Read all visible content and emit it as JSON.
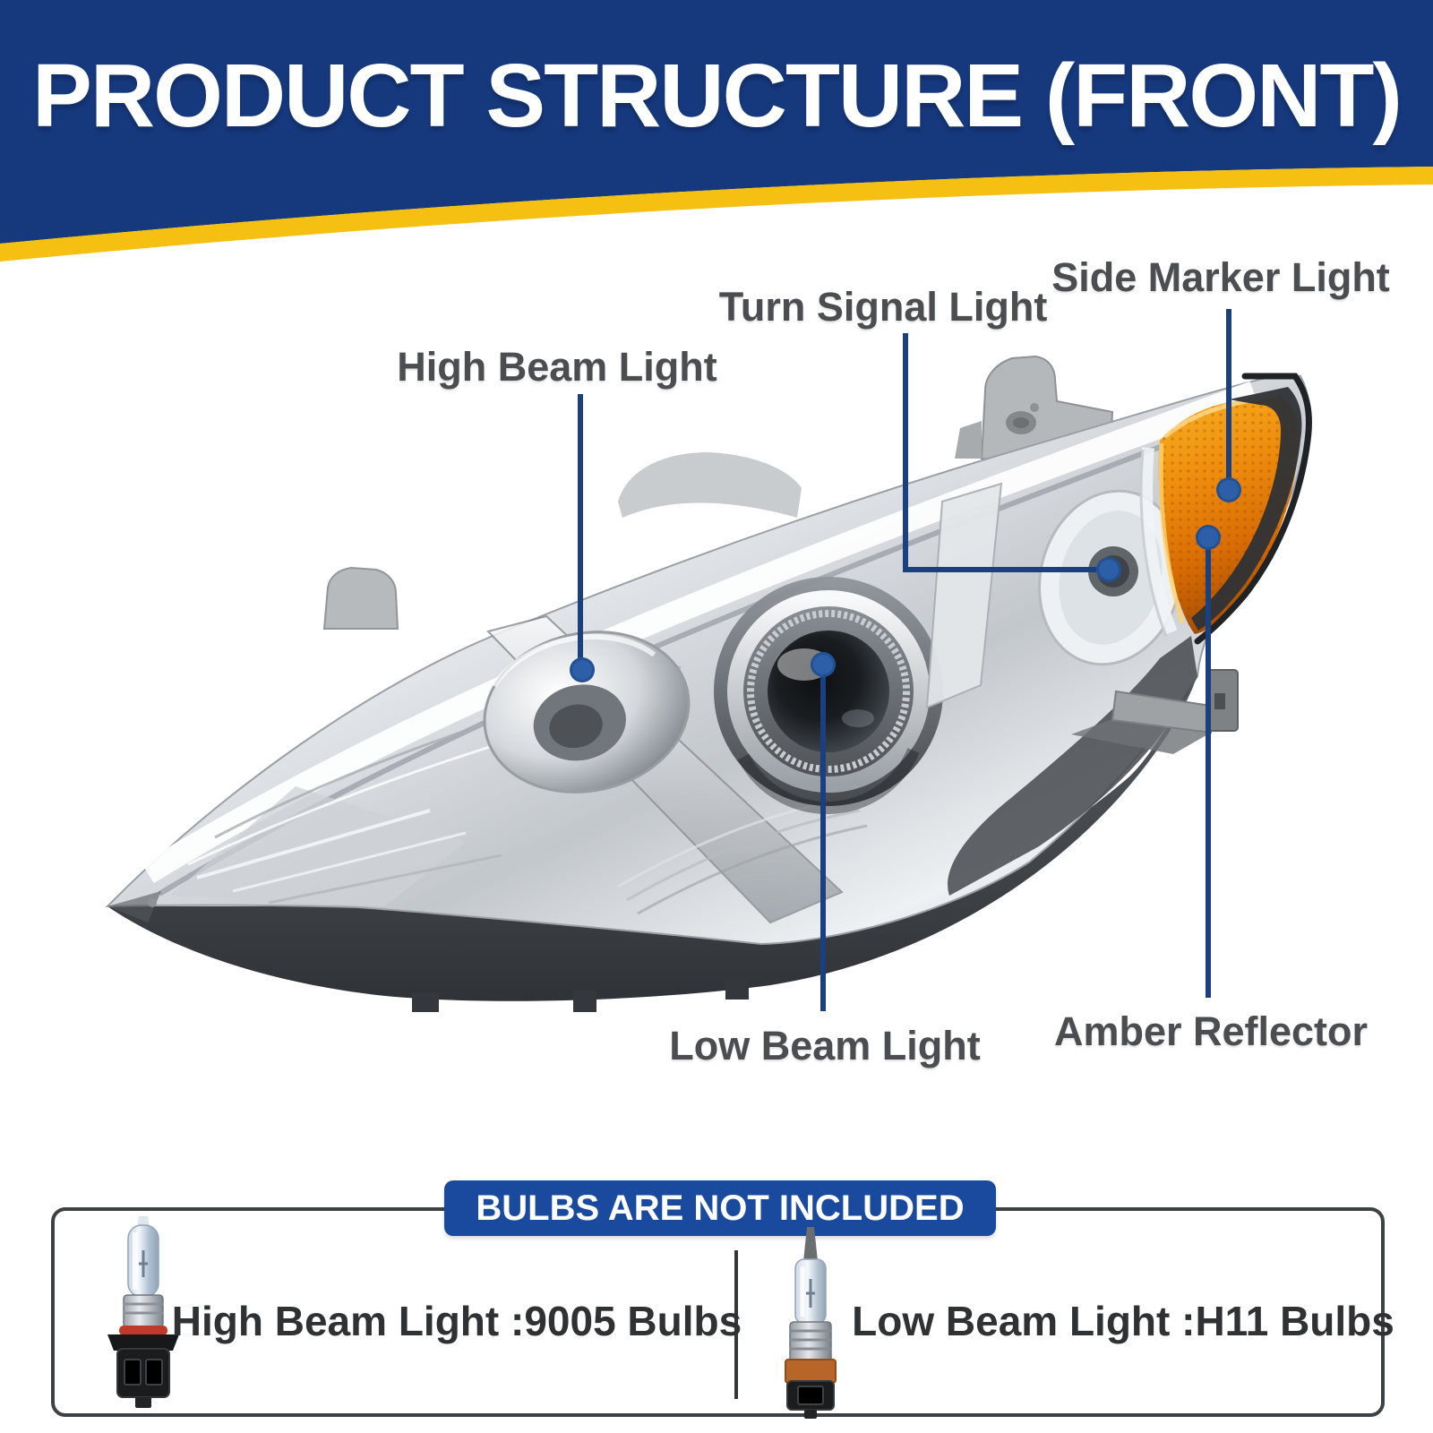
{
  "banner": {
    "title": "PRODUCT STRUCTURE (FRONT)",
    "bg_color": "#16387D",
    "stripe_color": "#F5C011"
  },
  "callouts": [
    {
      "id": "high-beam",
      "label": "High Beam Light"
    },
    {
      "id": "turn-signal",
      "label": "Turn Signal Light"
    },
    {
      "id": "side-marker",
      "label": "Side Marker Light"
    },
    {
      "id": "low-beam",
      "label": "Low Beam Light"
    },
    {
      "id": "amber-reflector",
      "label": "Amber Reflector"
    }
  ],
  "leader_style": {
    "line_color": "#1B4080",
    "dot_color": "#2D5FA8"
  },
  "label_color": "#4B4D50",
  "bulbs_box": {
    "header": "BULBS ARE NOT INCLUDED",
    "header_bg": "#1A4A9E",
    "border_color": "#3E4144",
    "items": [
      {
        "icon": "9005-halogen-bulb-icon",
        "label": "High Beam Light :9005 Bulbs"
      },
      {
        "icon": "h11-halogen-bulb-icon",
        "label": "Low Beam Light :H11 Bulbs"
      }
    ]
  },
  "product_accent": {
    "amber": "#E8860D",
    "chrome": "#D9DDE1"
  }
}
